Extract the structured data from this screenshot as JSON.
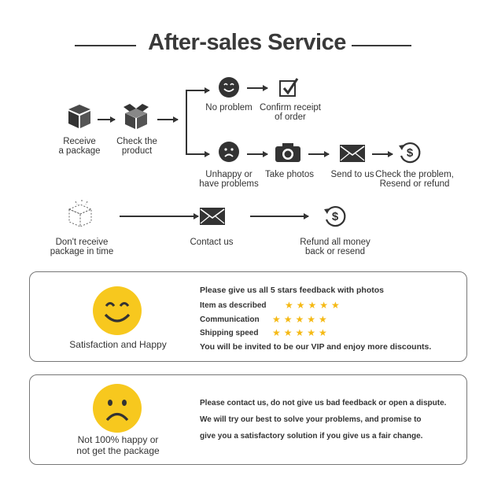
{
  "title": "After-sales Service",
  "flow": {
    "receive": "Receive\na package",
    "check": "Check the\nproduct",
    "no_problem": "No problem",
    "confirm": "Confirm receipt\nof order",
    "unhappy": "Unhappy or\nhave problems",
    "photos": "Take photos",
    "send": "Send to us",
    "resend": "Check the problem,\nResend or refund",
    "not_received": "Don't receive\npackage in time",
    "contact": "Contact us",
    "refund": "Refund all money\nback or resend"
  },
  "happy_box": {
    "label": "Satisfaction and Happy",
    "headline": "Please give us all 5 stars feedback with photos",
    "ratings": [
      {
        "label": "Item as described",
        "stars": 5
      },
      {
        "label": "Communication",
        "stars": 5
      },
      {
        "label": "Shipping speed",
        "stars": 5
      }
    ],
    "footer": "You will be invited to be our VIP and enjoy more discounts."
  },
  "sad_box": {
    "label": "Not 100% happy or\nnot get the package",
    "lines": [
      "Please contact us, do not give us bad feedback or open a dispute.",
      "We will try our best to solve your problems, and promise to",
      "give you a satisfactory solution if you give us a fair change."
    ]
  },
  "colors": {
    "text": "#333333",
    "star": "#f5b914",
    "smiley": "#f7c81e"
  }
}
